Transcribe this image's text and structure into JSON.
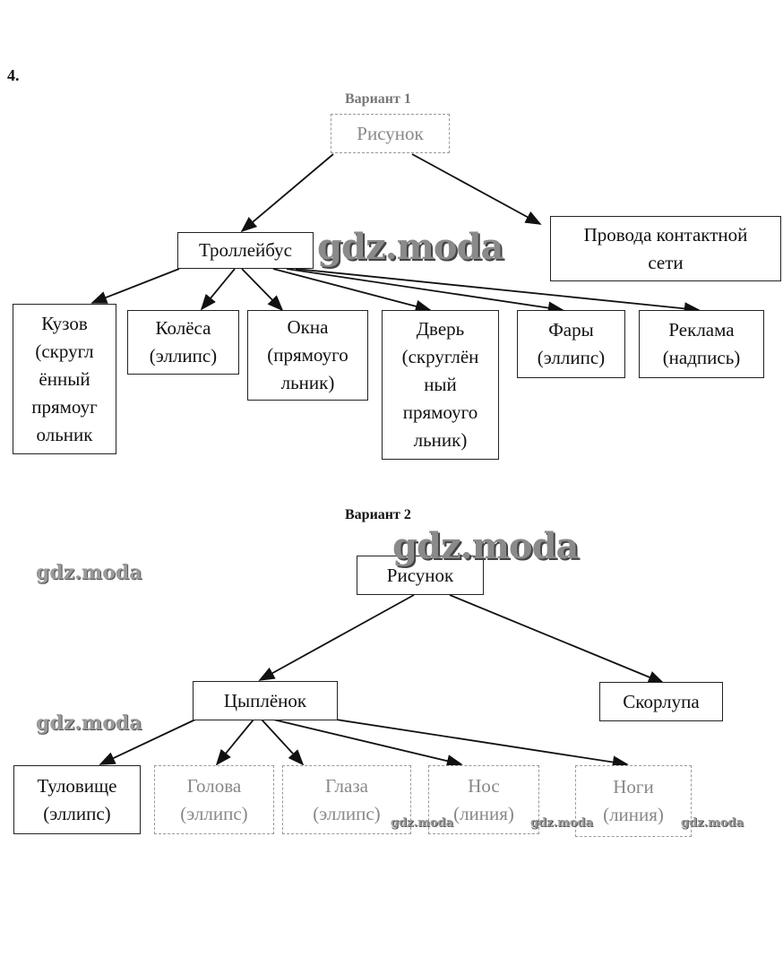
{
  "task_number": "4.",
  "variant1": {
    "title": "Вариант 1",
    "root": "Рисунок",
    "level1": [
      "Троллейбус",
      "Провода контактной сети"
    ],
    "children": [
      {
        "name": "Кузов",
        "type": "(скруглённый прямоугольник)",
        "lines": [
          "Кузов",
          "(скругл",
          "ённый",
          "прямоуг",
          "ольник"
        ]
      },
      {
        "name": "Колёса",
        "type": "(эллипс)",
        "lines": [
          "Колёса",
          "(эллипс)"
        ]
      },
      {
        "name": "Окна",
        "type": "(прямоугольник)",
        "lines": [
          "Окна",
          "(прямоуго",
          "льник)"
        ]
      },
      {
        "name": "Дверь",
        "type": "(скруглённый прямоугольник)",
        "lines": [
          "Дверь",
          "(скруглён",
          "ный",
          "прямоуго",
          "льник)"
        ]
      },
      {
        "name": "Фары",
        "type": "(эллипс)",
        "lines": [
          "Фары",
          "(эллипс)"
        ]
      },
      {
        "name": "Реклама",
        "type": "(надпись)",
        "lines": [
          "Реклама",
          "(надпись)"
        ]
      }
    ],
    "level1_lines": {
      "wires": [
        "Провода контактной",
        "сети"
      ]
    }
  },
  "variant2": {
    "title": "Вариант 2",
    "root": "Рисунок",
    "level1": [
      "Цыплёнок",
      "Скорлупа"
    ],
    "children": [
      {
        "name": "Туловище",
        "type": "(эллипс)",
        "lines": [
          "Туловище",
          "(эллипс)"
        ]
      },
      {
        "name": "Голова",
        "type": "(эллипс)",
        "lines": [
          "Голова",
          "(эллипс)"
        ]
      },
      {
        "name": "Глаза",
        "type": "(эллипс)",
        "lines": [
          "Глаза",
          "(эллипс)"
        ]
      },
      {
        "name": "Нос",
        "type": "(линия)",
        "lines": [
          "Нос",
          "(линия)"
        ]
      },
      {
        "name": "Ноги",
        "type": "(линия)",
        "lines": [
          "Ноги",
          "(линия)"
        ]
      }
    ]
  },
  "watermark": "gdz.moda",
  "colors": {
    "line": "#111111",
    "faint": "#888888",
    "watermark": "#8a8a8a"
  }
}
